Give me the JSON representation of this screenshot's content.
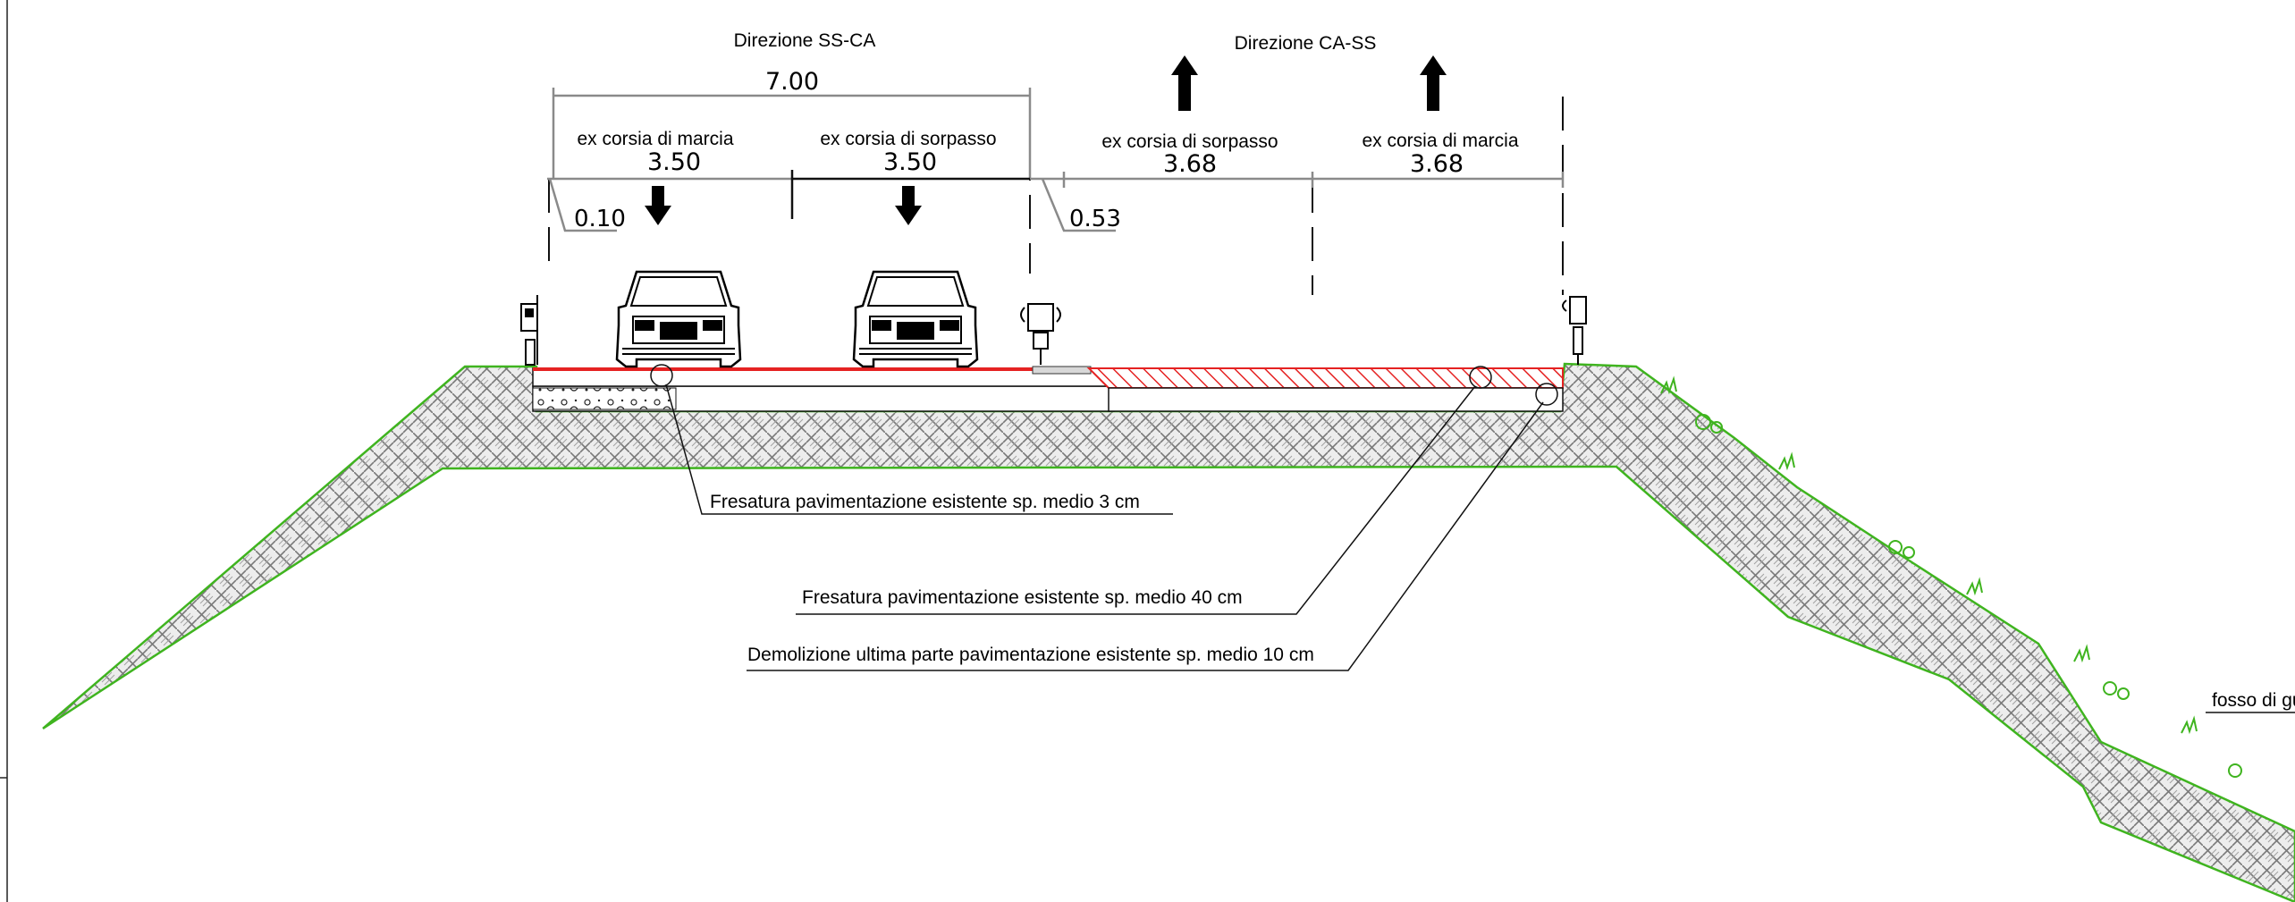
{
  "directions": {
    "left": "Direzione SS-CA",
    "right": "Direzione CA-SS"
  },
  "dimensions": {
    "total_width": "7.00",
    "lane1": {
      "label": "ex corsia di marcia",
      "width": "3.50"
    },
    "lane2": {
      "label": "ex corsia di sorpasso",
      "width": "3.50"
    },
    "lane3": {
      "label": "ex corsia di sorpasso",
      "width": "3.68"
    },
    "lane4": {
      "label": "ex corsia di marcia",
      "width": "3.68"
    },
    "shoulder_left": "0.10",
    "shoulder_mid": "0.53"
  },
  "annotations": {
    "milling_3cm": "Fresatura pavimentazione esistente sp. medio 3 cm",
    "milling_40cm": "Fresatura pavimentazione esistente sp. medio 40 cm",
    "demolition_10cm": "Demolizione ultima parte pavimentazione esistente sp. medio 10 cm",
    "ditch": "fosso di gu"
  },
  "colors": {
    "embankment_outline": "#3fb41f",
    "embankment_hatch": "#8c8c8c",
    "milling_red": "#e52222",
    "dimension_line": "#8a8a8a"
  }
}
